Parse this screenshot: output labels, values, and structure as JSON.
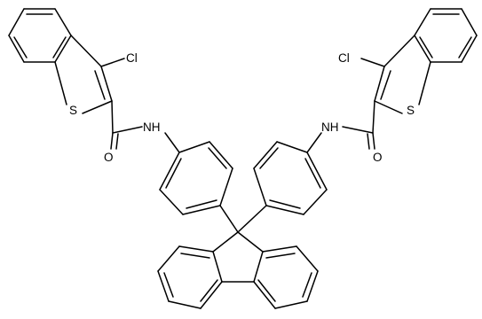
{
  "molecule": {
    "atoms": {
      "cl_left": "Cl",
      "s_left": "S",
      "nh_left": "NH",
      "o_left": "O",
      "cl_right": "Cl",
      "s_right": "S",
      "nh_right": "NH",
      "o_right": "O"
    }
  }
}
